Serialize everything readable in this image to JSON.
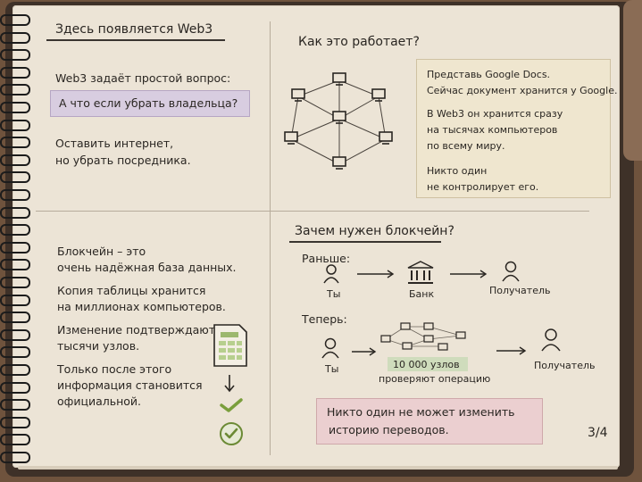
{
  "q1": {
    "title": "Здесь появляется Web3",
    "question_intro": "Web3 задаёт простой вопрос:",
    "question_box": "А что если убрать владельца?",
    "line1": "Оставить интернет,",
    "line2": "но убрать посредника."
  },
  "q2": {
    "title": "Как это работает?",
    "note": [
      "Представь Google Docs.",
      "Сейчас документ хранится у Google.",
      "В Web3 он хранится сразу",
      "на тысячах компьютеров",
      "по всему миру.",
      "Никто один",
      "не контролирует его."
    ]
  },
  "q3": {
    "lines": [
      "Блокчейн – это",
      "очень надёжная база данных.",
      "Копия таблицы хранится",
      "на миллионах компьютеров.",
      "Изменение подтверждают",
      "тысячи узлов.",
      "Только после этого",
      "информация становится",
      "официальной."
    ]
  },
  "q4": {
    "title": "Зачем нужен блокчейн?",
    "before_label": "Раньше:",
    "before_you": "Ты",
    "before_bank": "Банк",
    "before_recipient": "Получатель",
    "now_label": "Теперь:",
    "now_you": "Ты",
    "nodes_count": "10 000 узлов",
    "nodes_check": "проверяют операцию",
    "now_recipient": "Получатель",
    "footer_line1": "Никто один не может изменить",
    "footer_line2": "историю переводов."
  },
  "page_number": "3/4",
  "colors": {
    "paper": "#ece4d6",
    "purple_box": "#d8cde0",
    "beige_box": "#efe6cf",
    "green_highlight": "#cfdcbc",
    "pink_box": "#ebcfd0",
    "check_green": "#7a9e3c"
  }
}
